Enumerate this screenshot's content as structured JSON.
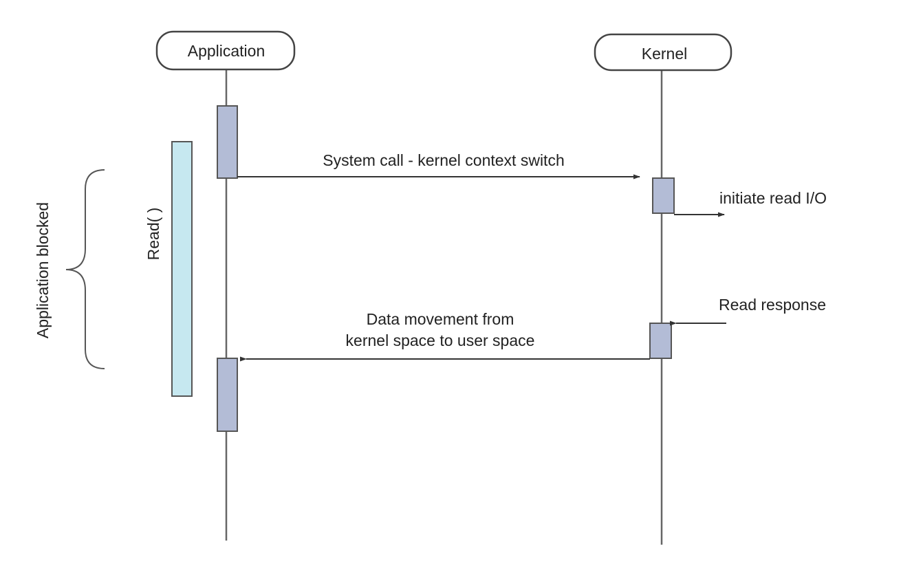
{
  "participants": {
    "application": {
      "label": "Application"
    },
    "kernel": {
      "label": "Kernel"
    }
  },
  "messages": {
    "system_call": "System call - kernel context switch",
    "initiate_read": "initiate read I/O",
    "read_response": "Read response",
    "data_movement_line1": "Data movement from",
    "data_movement_line2": "kernel space to user space"
  },
  "annotations": {
    "read_call": "Read( )",
    "application_blocked": "Application blocked"
  },
  "colors": {
    "line": "#555555",
    "activation_fill": "#b3bcd6",
    "read_bar_fill": "#c6e8f0",
    "text": "#222222"
  }
}
